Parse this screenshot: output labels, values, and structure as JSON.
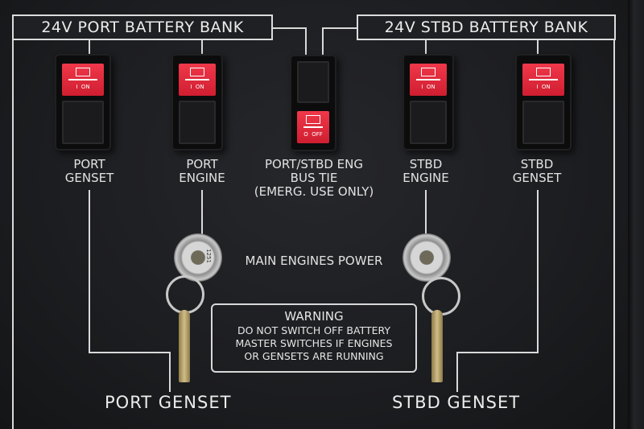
{
  "headers": {
    "port_bank": "24V PORT BATTERY BANK",
    "stbd_bank": "24V STBD BATTERY BANK"
  },
  "switches": [
    {
      "label1": "PORT",
      "label2": "GENSET",
      "state": "ON",
      "state_mark": "I"
    },
    {
      "label1": "PORT",
      "label2": "ENGINE",
      "state": "ON",
      "state_mark": "I"
    },
    {
      "label1": "PORT/STBD ENG",
      "label2": "BUS TIE",
      "label3": "(EMERG. USE ONLY)",
      "state": "OFF",
      "state_mark": "O"
    },
    {
      "label1": "STBD",
      "label2": "ENGINE",
      "state": "ON",
      "state_mark": "I"
    },
    {
      "label1": "STBD",
      "label2": "GENSET",
      "state": "ON",
      "state_mark": "I"
    }
  ],
  "key_switch_label": "MAIN ENGINES POWER",
  "key_number": "1251",
  "warning": {
    "title": "WARNING",
    "lines": [
      "DO NOT SWITCH OFF BATTERY",
      "MASTER SWITCHES IF ENGINES",
      "OR GENSETS ARE RUNNING"
    ]
  },
  "bottom": {
    "port": "PORT GENSET",
    "stbd": "STBD GENSET"
  },
  "colors": {
    "switch_red": "#e02a3c",
    "panel": "#1f2023",
    "text": "#e2e2e2"
  }
}
